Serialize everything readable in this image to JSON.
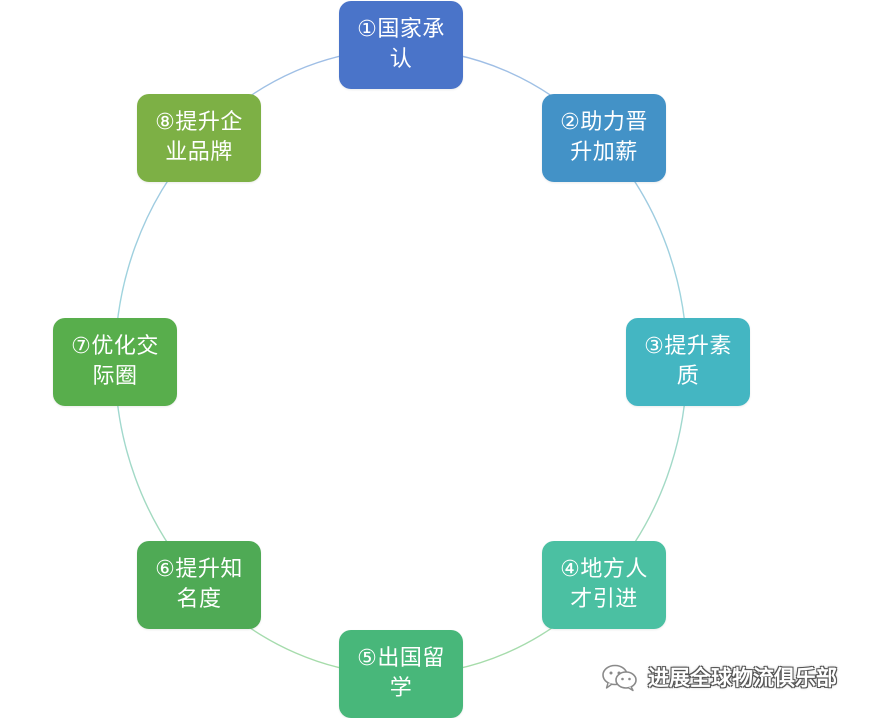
{
  "nodes": [
    {
      "label": "①国家承认",
      "color": "#4A74C9"
    },
    {
      "label": "②助力晋升加薪",
      "color": "#4392C7"
    },
    {
      "label": "③提升素质",
      "color": "#44B6C2"
    },
    {
      "label": "④地方人才引进",
      "color": "#4BC0A2"
    },
    {
      "label": "⑤出国留学",
      "color": "#48B77A"
    },
    {
      "label": "⑥提升知名度",
      "color": "#4FAA55"
    },
    {
      "label": "⑦优化交际圈",
      "color": "#58AE4C"
    },
    {
      "label": "⑧提升企业品牌",
      "color": "#7DB045"
    }
  ],
  "watermark": {
    "text": "进展全球物流俱乐部",
    "icon": "wechat-icon"
  }
}
